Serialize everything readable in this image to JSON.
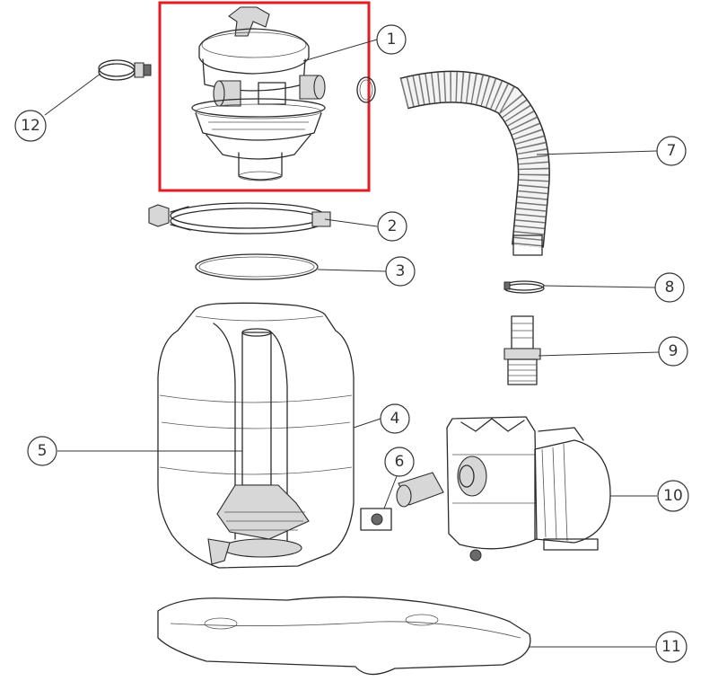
{
  "highlight": {
    "color": "#e31b23",
    "part": "1"
  },
  "callouts": [
    {
      "id": "c1",
      "number": "1"
    },
    {
      "id": "c2",
      "number": "2"
    },
    {
      "id": "c3",
      "number": "3"
    },
    {
      "id": "c4",
      "number": "4"
    },
    {
      "id": "c5",
      "number": "5"
    },
    {
      "id": "c6",
      "number": "6"
    },
    {
      "id": "c7",
      "number": "7"
    },
    {
      "id": "c8",
      "number": "8"
    },
    {
      "id": "c9",
      "number": "9"
    },
    {
      "id": "c10",
      "number": "10"
    },
    {
      "id": "c11",
      "number": "11"
    },
    {
      "id": "c12",
      "number": "12"
    }
  ]
}
